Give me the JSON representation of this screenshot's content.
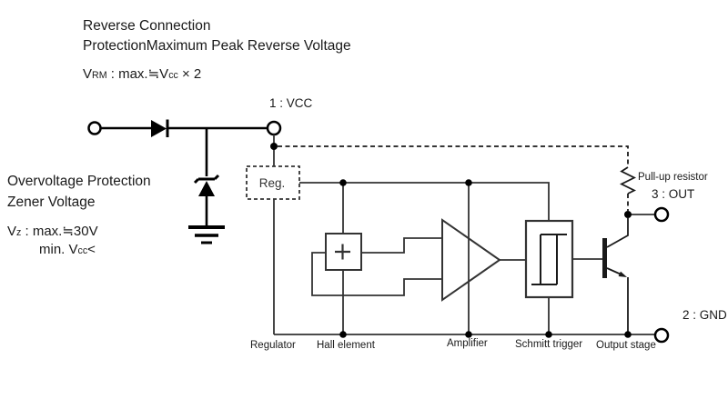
{
  "title_block": {
    "line1": "Reverse Connection",
    "line2": "ProtectionMaximum Peak Reverse Voltage"
  },
  "vrm_formula": {
    "v": "V",
    "sub": "RM",
    "mid": " : max.≒V",
    "cc": "cc",
    "end": " × 2"
  },
  "overvoltage_block": {
    "line1": "Overvoltage Protection",
    "line2": "Zener Voltage"
  },
  "vz_formula": {
    "v": "V",
    "sub": "z",
    "mid": " : max.≒30V"
  },
  "vz_formula2": {
    "pre": "min. V",
    "cc": "cc",
    "end": "<"
  },
  "pins": {
    "vcc": "1 : VCC",
    "out": "3 : OUT",
    "gnd": "2 : GND"
  },
  "component_labels": {
    "pullup": "Pull-up resistor",
    "reg": "Reg."
  },
  "stage_labels": [
    "Regulator",
    "Hall element",
    "Amplifier",
    "Schmitt trigger",
    "Output stage"
  ],
  "colors": {
    "wire": "#000000",
    "internal": "#333333",
    "text": "#1a1a1a",
    "background": "#ffffff"
  }
}
